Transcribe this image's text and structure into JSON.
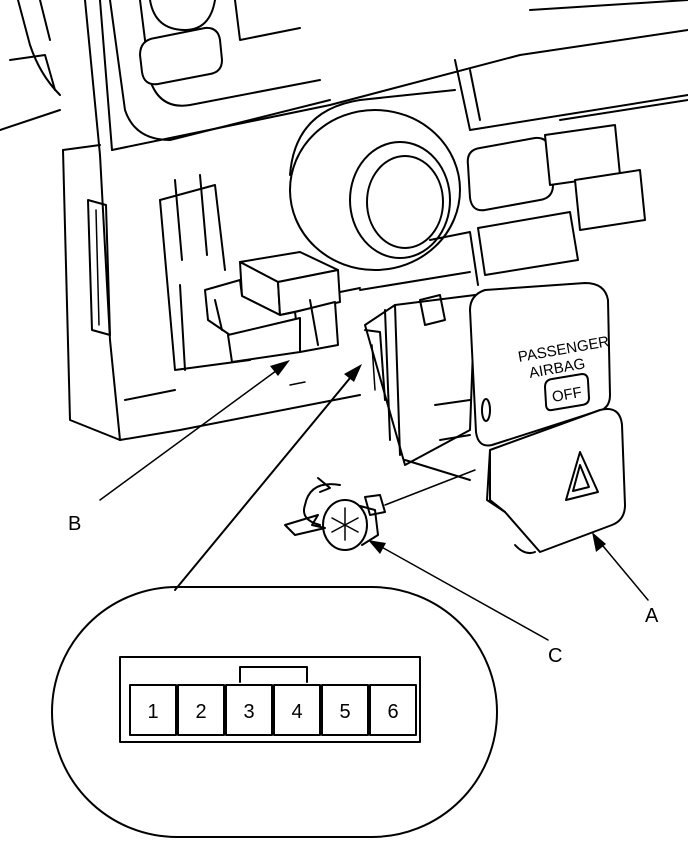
{
  "labels": {
    "a": "A",
    "b": "B",
    "c": "C"
  },
  "switch": {
    "line1": "PASSENGER",
    "line2": "AIRBAG",
    "indicator": "OFF"
  },
  "connector_pins": [
    "1",
    "2",
    "3",
    "4",
    "5",
    "6"
  ]
}
